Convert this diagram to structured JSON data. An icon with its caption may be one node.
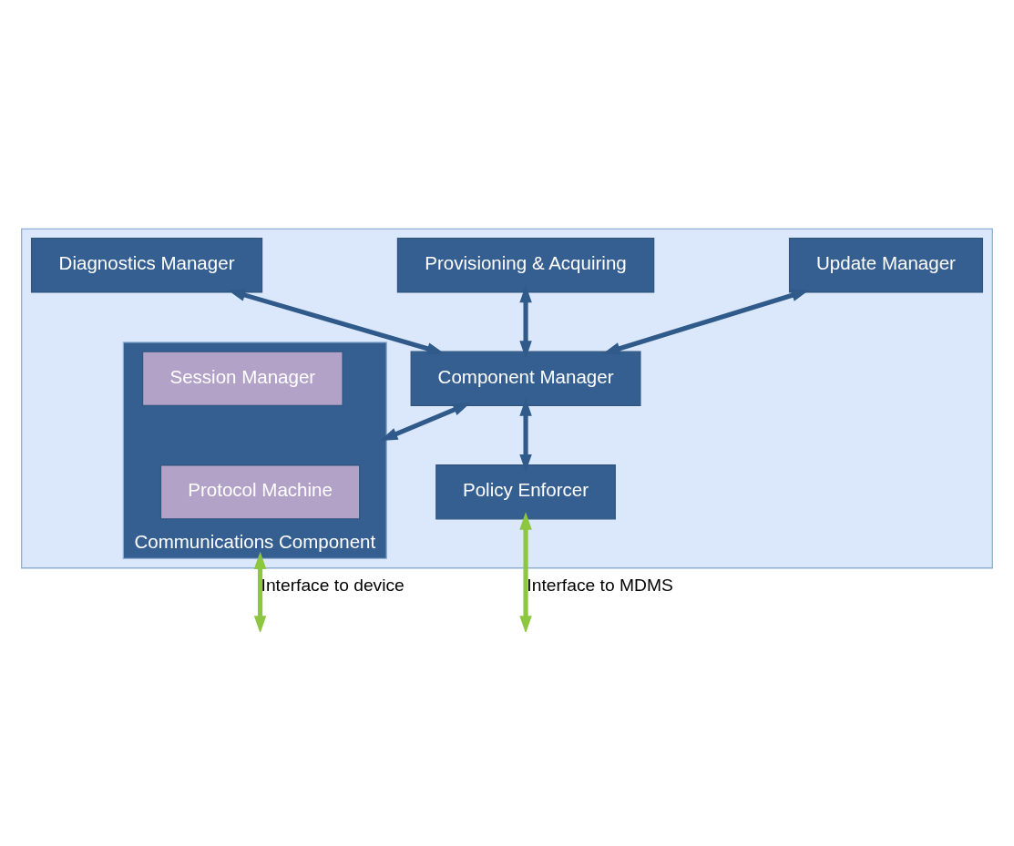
{
  "diagram": {
    "nodes": [
      {
        "text": [],
        "shape": "box"
      },
      {
        "text": [
          "Diagnostics Manager"
        ],
        "in": 0
      },
      {
        "text": [
          "Provisioning & Acquiring"
        ],
        "in": 0
      },
      {
        "text": [
          "Update Manager"
        ],
        "in": 0
      },
      {
        "text": [
          "Component Manager"
        ],
        "in": 0
      },
      {
        "text": [
          "Communications Component"
        ],
        "in": 0
      },
      {
        "text": [
          "Session Manager"
        ],
        "in": 5
      },
      {
        "text": [
          "Protocol Machine"
        ],
        "in": 5
      },
      {
        "text": [
          "Policy Enforcer"
        ],
        "in": 0
      }
    ],
    "edges": [
      {
        "from": 1,
        "to": 4,
        "arrow": "both"
      },
      {
        "from": 2,
        "to": 4,
        "arrow": "both"
      },
      {
        "from": 3,
        "to": 4,
        "arrow": "both"
      },
      {
        "from": 4,
        "to": 5,
        "arrow": "both"
      },
      {
        "from": 4,
        "to": 8,
        "arrow": "both"
      },
      {
        "from": 5,
        "to": null,
        "arrow": "both",
        "label": "Interface to device",
        "color": "#8dc63f"
      },
      {
        "from": 8,
        "to": null,
        "arrow": "both",
        "label": "Interface to MDMS",
        "color": "#8dc63f"
      }
    ]
  }
}
